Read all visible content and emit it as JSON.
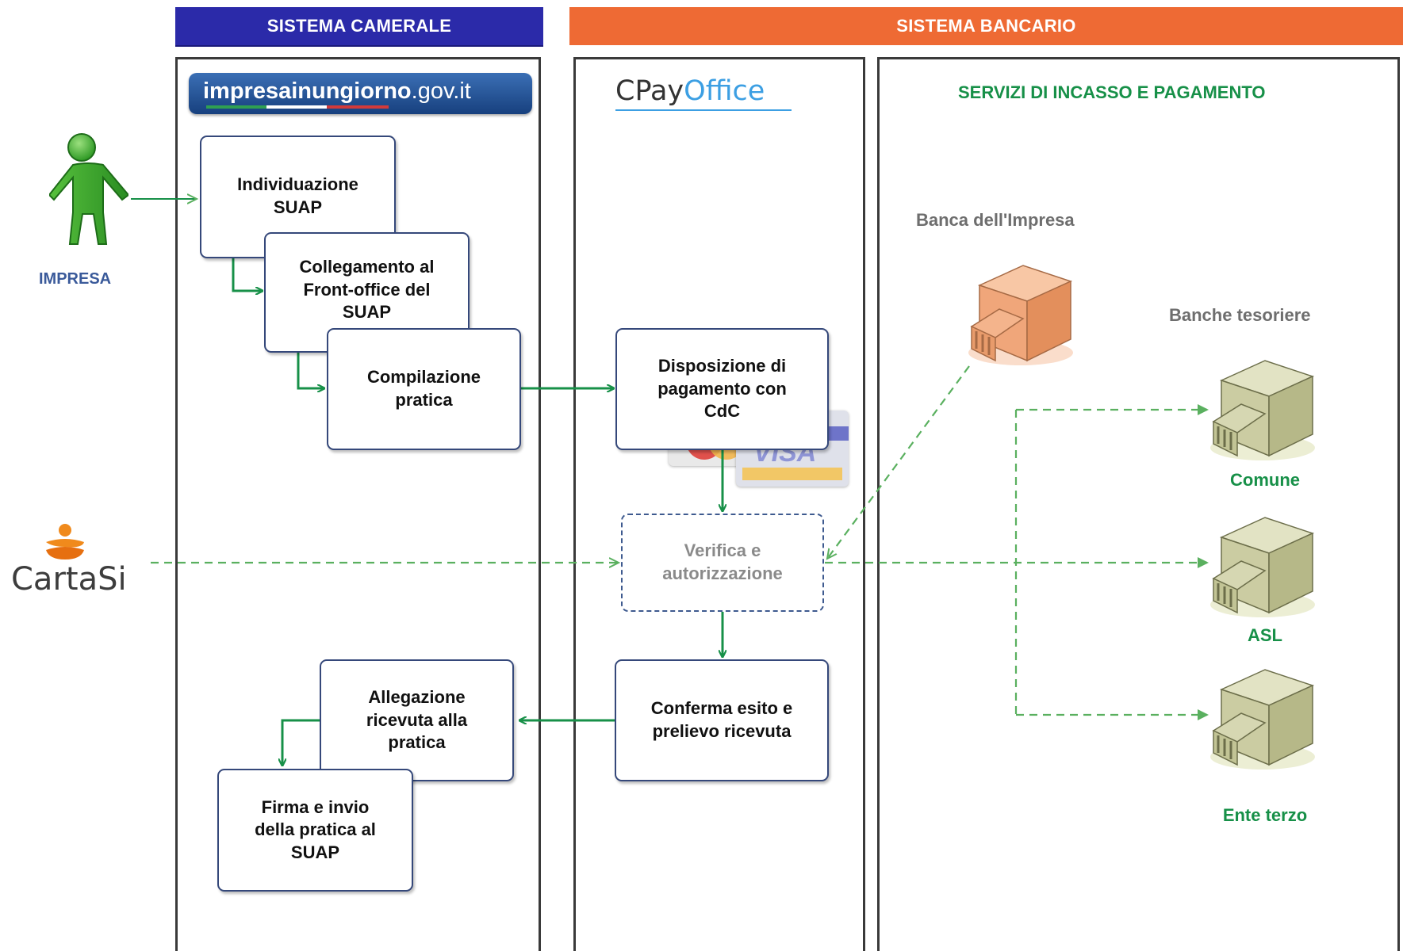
{
  "headers": {
    "camerale": "SISTEMA CAMERALE",
    "bancario": "SISTEMA BANCARIO"
  },
  "logos": {
    "impresa_portal": {
      "text_main": "impresainungiorno",
      "text_suffix": ".gov.it"
    },
    "cpay": {
      "part1": "CPay",
      "part2": "Office"
    },
    "cartasi": {
      "text": "CartaSi"
    }
  },
  "actors": {
    "impresa": "IMPRESA"
  },
  "services_title": "SERVIZI DI INCASSO E PAGAMENTO",
  "banks": {
    "impresa_bank": "Banca dell'Impresa",
    "treasury_title": "Banche tesoriere",
    "treasury": [
      "Comune",
      "ASL",
      "Ente terzo"
    ]
  },
  "steps": {
    "individuazione": "Individuazione\nSUAP",
    "collegamento": "Collegamento al\nFront-office del\nSUAP",
    "compilazione": "Compilazione\npratica",
    "disposizione": "Disposizione di\npagamento con\nCdC",
    "verifica": "Verifica e\nautorizzazione",
    "conferma": "Conferma esito e\nprelievo ricevuta",
    "allegazione": "Allegazione\nricevuta alla\npratica",
    "firma": "Firma e invio\ndella pratica al\nSUAP"
  },
  "cards": {
    "visa": "VISA"
  },
  "colors": {
    "camerale": "#2b2aa9",
    "bancario": "#ee6a34",
    "flow_green": "#179048",
    "dashed_green": "#5ab05f",
    "box_border": "#35487a"
  }
}
